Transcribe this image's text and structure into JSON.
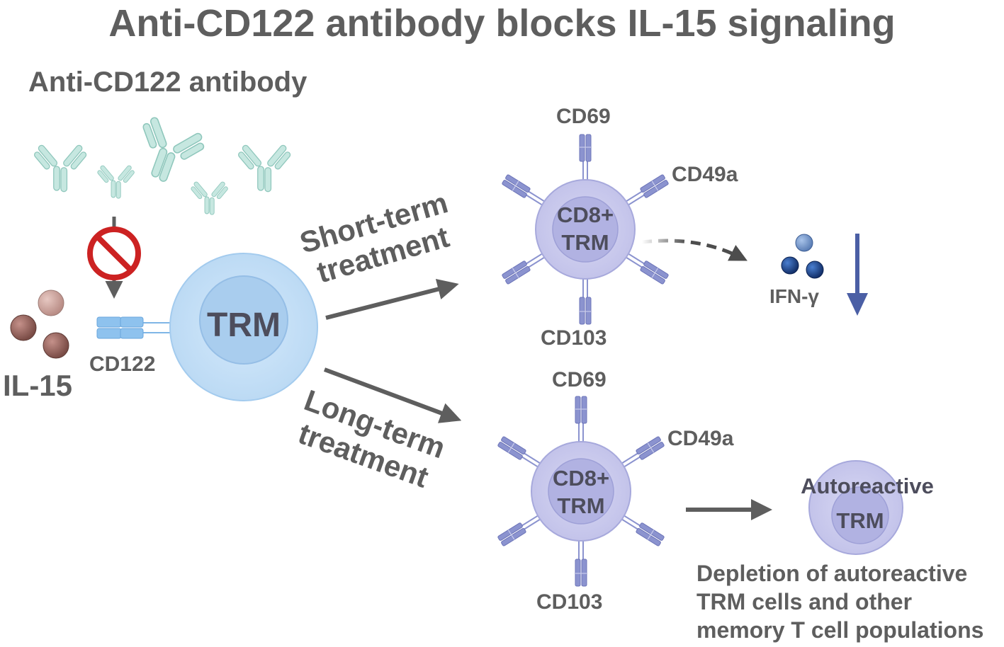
{
  "title": "Anti-CD122 antibody blocks IL-15 signaling",
  "antibody_label": "Anti-CD122 antibody",
  "il15_label": "IL-15",
  "cd122_label": "CD122",
  "center_cell_label": "TRM",
  "short_term": {
    "label_line1": "Short-term",
    "label_line2": "treatment",
    "cell_line1": "CD8+",
    "cell_line2": "TRM",
    "marker_top": "CD69",
    "marker_right": "CD49a",
    "marker_bottom": "CD103",
    "cytokine_label": "IFN-γ"
  },
  "long_term": {
    "label_line1": "Long-term",
    "label_line2": "treatment",
    "cell_line1": "CD8+",
    "cell_line2": "TRM",
    "marker_top": "CD69",
    "marker_right": "CD49a",
    "marker_bottom": "CD103",
    "result_cell_line1": "Autoreactive",
    "result_cell_line2": "TRM",
    "outcome_line1": "Depletion of autoreactive",
    "outcome_line2": "TRM cells and other",
    "outcome_line3": "memory T cell populations"
  },
  "colors": {
    "text": "#5e5e5e",
    "antibody": "#bfe3dc",
    "il15": "#9c6a62",
    "trm_cell": "#bfdcf5",
    "cd8_cell": "#c9c9ec",
    "receptor": "#8b93cf",
    "ifn": "#1f4a8a",
    "down_arrow": "#4b5fa5",
    "inhibit": "#cc2222"
  }
}
